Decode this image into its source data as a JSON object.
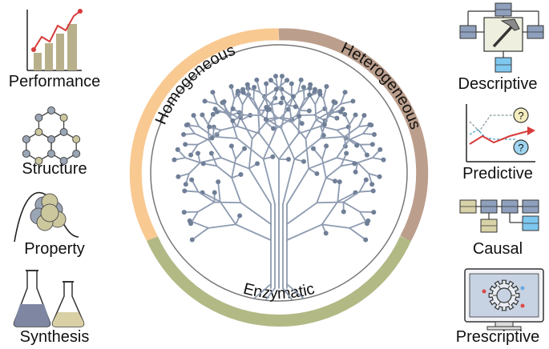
{
  "left_items": [
    {
      "label": "Performance",
      "icon": "bar-chart-trend-icon"
    },
    {
      "label": "Structure",
      "icon": "hexagonal-lattice-icon"
    },
    {
      "label": "Property",
      "icon": "atom-cluster-curve-icon"
    },
    {
      "label": "Synthesis",
      "icon": "lab-flasks-icon"
    }
  ],
  "right_items": [
    {
      "label": "Descriptive",
      "icon": "hammer-blocks-icon"
    },
    {
      "label": "Predictive",
      "icon": "question-trend-icon"
    },
    {
      "label": "Causal",
      "icon": "causal-blocks-icon"
    },
    {
      "label": "Prescriptive",
      "icon": "monitor-gear-icon"
    }
  ],
  "ring": {
    "homogeneous": {
      "label": "Homogeneous",
      "color": "#f9c992"
    },
    "heterogeneous": {
      "label": "Heterogeneous",
      "color": "#bb9e8c"
    },
    "enzymatic": {
      "label": "Enzymatic",
      "color": "#b2b985"
    }
  },
  "colors": {
    "tree": "#8d9ab0",
    "node": "#6f7f97",
    "chart_bar": "#b8b08a",
    "chart_line": "#d83a3a",
    "atom_gray": "#9aa5b5",
    "atom_tan": "#cdc79e",
    "block": "#8fa0bd",
    "block_light": "#7ec7ef",
    "flask_blue": "#7e86a2",
    "flask_tan": "#d9d0a6"
  }
}
